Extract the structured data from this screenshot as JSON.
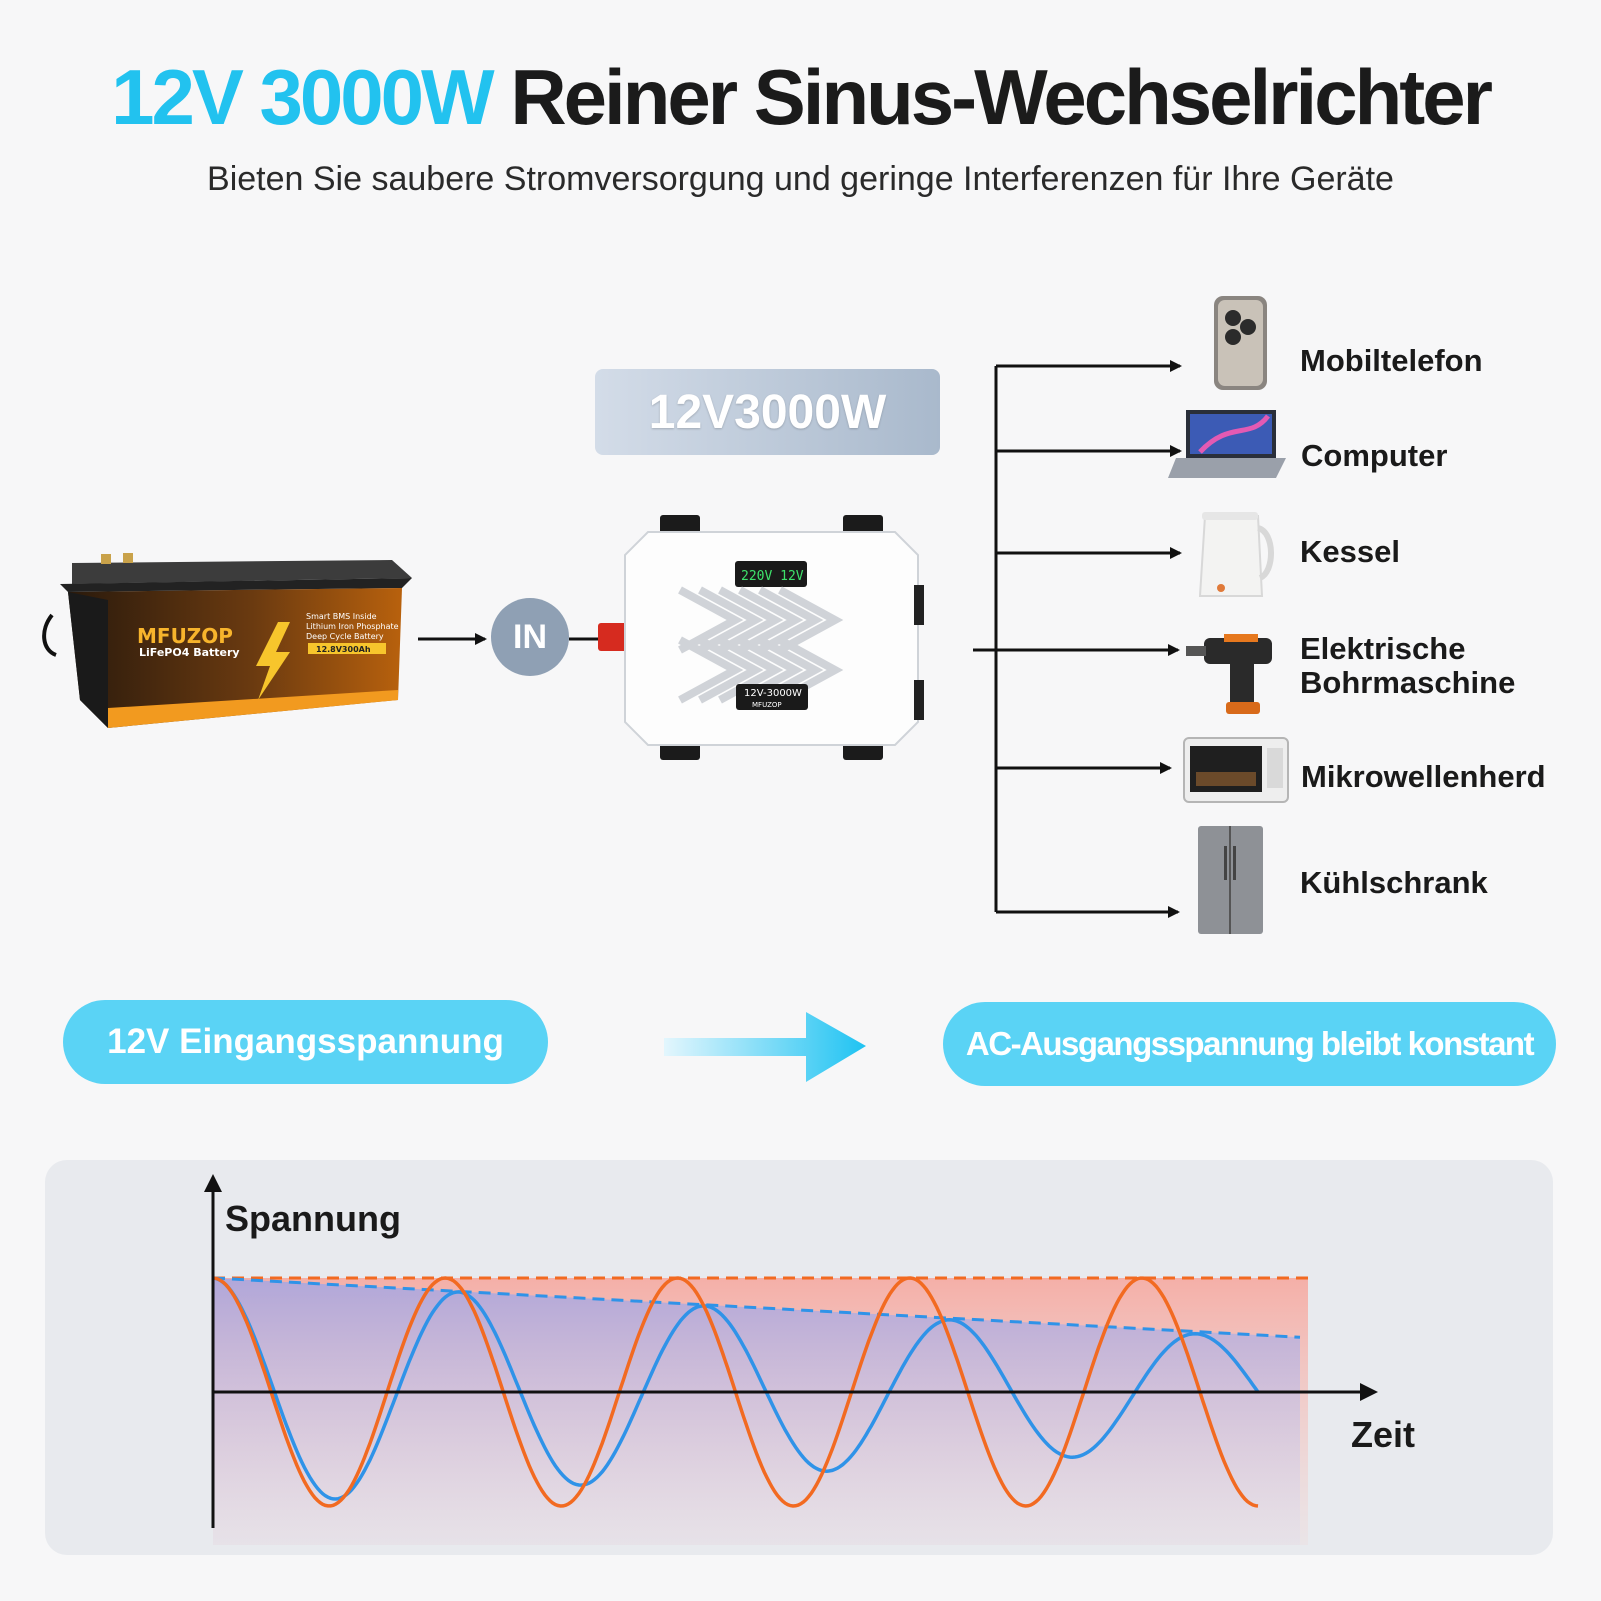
{
  "header": {
    "title_highlight": "12V 3000W",
    "title_rest": "Reiner Sinus-Wechselrichter",
    "subtitle": "Bieten Sie saubere Stromversorgung und geringe Interferenzen für Ihre Geräte"
  },
  "model_badge": "12V3000W",
  "in_label": "IN",
  "battery": {
    "brand": "MFUZOP",
    "type": "LiFePO4 Battery",
    "spec_line_1": "Smart BMS Inside",
    "spec_line_2": "Lithium Iron Phosphate",
    "spec_line_3": "Deep Cycle Battery",
    "rating": "12.8V300Ah"
  },
  "inverter": {
    "display": "220V 12V",
    "label_model": "12V-3000W",
    "label_brand": "MFUZOP"
  },
  "devices": [
    {
      "lines": [
        "Mobiltelefon"
      ],
      "icon": "smartphone-icon"
    },
    {
      "lines": [
        "Computer"
      ],
      "icon": "laptop-icon"
    },
    {
      "lines": [
        "Kessel"
      ],
      "icon": "kettle-icon"
    },
    {
      "lines": [
        "Elektrische",
        "Bohrmaschine"
      ],
      "icon": "drill-icon"
    },
    {
      "lines": [
        "Mikrowellenherd"
      ],
      "icon": "microwave-icon"
    },
    {
      "lines": [
        "Kühlschrank"
      ],
      "icon": "fridge-icon"
    }
  ],
  "input_pill": "12V Eingangsspannung",
  "output_pill": "AC-Ausgangsspannung bleibt konstant",
  "colors": {
    "accent": "#22c2ef",
    "pill": "#5ad3f5",
    "constant_wave": "#f26a21",
    "decaying_wave": "#2f93e8"
  },
  "chart_data": {
    "type": "line",
    "ylabel": "Spannung",
    "xlabel": "Zeit",
    "series": [
      {
        "curve": "constant-amplitude sine",
        "color": "#f26a21",
        "amplitude": 1.0,
        "cycles": 4.5
      },
      {
        "curve": "decaying-amplitude sine",
        "color": "#2f93e8",
        "amplitude_start": 1.0,
        "amplitude_end": 0.48,
        "cycles": 4.25
      }
    ],
    "envelopes": [
      {
        "style": "dashed",
        "color": "#f26a21",
        "start": 1.0,
        "end": 1.0
      },
      {
        "style": "dashed",
        "color": "#2f93e8",
        "start": 1.0,
        "end": 0.48
      }
    ]
  }
}
